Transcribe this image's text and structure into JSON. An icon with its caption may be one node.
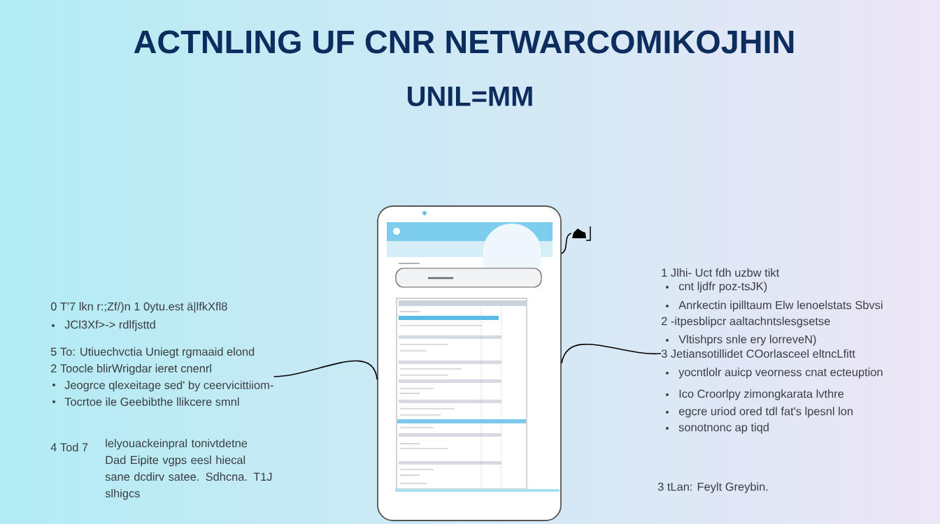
{
  "diagram": {
    "title": "ACTNLING UF CNR NETWARCOMIKOJHIN",
    "nodes": [
      {
        "text": [],
        "shape": "picture"
      },
      {
        "text": [],
        "shape": "picture"
      },
      {
        "text": [
          "5 To: Utiuechvctia Uniegt rgmaaid elond",
          "2 Toocle blirWrigdar ieret cnenrl",
          "Jeogrce qlexeitage sed' by ceervicittiiom-",
          "Tocrtoe ile Geebibthe llikcere smnl"
        ]
      },
      {
        "text": [
          "3 Jetiansotillidet COorlasceel eltncLfitt"
        ]
      }
    ],
    "edges": [
      {
        "from": 2,
        "to": 0,
        "arrow": "none"
      },
      {
        "from": 3,
        "to": 0,
        "arrow": "none"
      },
      {
        "from": 0,
        "to": 1,
        "arrow": "none"
      }
    ],
    "labels": [
      "UNIL=MM",
      "0 T'7 lkn r:;Zf/)n 1 0ytu.est ä|lfkXfl8",
      "JCl3Xf>-> rdlfjsttd",
      "1 Jlhi- Uct fdh uzbw tikt",
      "cnt ljdfr poz-tsJK)",
      "Anrkectin ipilltaum Elw lenoelstats Sbvsi",
      "2 -itpesblipcr aaltachntslesgsetse",
      "Vltishprs snle ery lorreveN)",
      "yocntlolr auicp veorness cnat ecteuption",
      "Ico Croorlpy zimongkarata lvthre",
      "egcre uriod ored tdl fat's lpesnl lon",
      "sonotnonc ap tiqd",
      "4 Tod 7",
      "lelyouackeinpral tonivtdetne Dad Eipite vgps eesl hiecal sane dcdirv satee. Sdhcna. T1J slhigcs",
      "3 tLan: Feylt Greybin."
    ]
  }
}
